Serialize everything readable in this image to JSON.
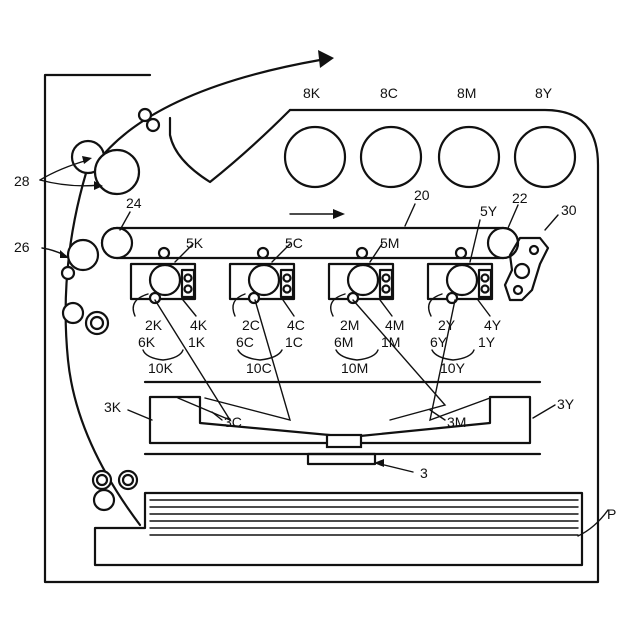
{
  "labels": {
    "l28": "28",
    "l26": "26",
    "l24": "24",
    "l20": "20",
    "l22": "22",
    "l30": "30",
    "l8K": "8K",
    "l8C": "8C",
    "l8M": "8M",
    "l8Y": "8Y",
    "l5K": "5K",
    "l5C": "5C",
    "l5M": "5M",
    "l5Y": "5Y",
    "l2K": "2K",
    "l4K": "4K",
    "l6K": "6K",
    "l1K": "1K",
    "l2C": "2C",
    "l4C": "4C",
    "l6C": "6C",
    "l1C": "1C",
    "l2M": "2M",
    "l4M": "4M",
    "l6M": "6M",
    "l1M": "1M",
    "l2Y": "2Y",
    "l4Y": "4Y",
    "l6Y": "6Y",
    "l1Y": "1Y",
    "l10K": "10K",
    "l10C": "10C",
    "l10M": "10M",
    "l10Y": "10Y",
    "l3K": "3K",
    "l3C": "3C",
    "l3M": "3M",
    "l3Y": "3Y",
    "l3": "3",
    "lP": "P"
  }
}
